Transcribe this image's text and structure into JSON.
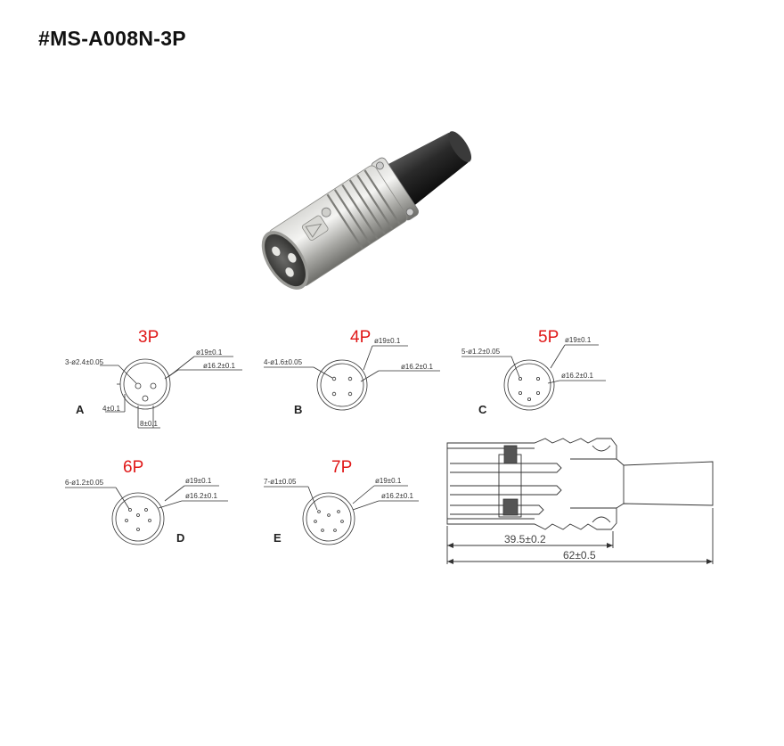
{
  "title": "#MS-A008N-3P",
  "variants": [
    {
      "pins": "3P",
      "letter": "A",
      "hole": "3-ø2.4±0.05",
      "outer": "ø19±0.1",
      "inner": "ø16.2±0.1",
      "extra1": "4±0.1",
      "extra2": "8±0.1"
    },
    {
      "pins": "4P",
      "letter": "B",
      "hole": "4-ø1.6±0.05",
      "outer": "ø19±0.1",
      "inner": "ø16.2±0.1"
    },
    {
      "pins": "5P",
      "letter": "C",
      "hole": "5-ø1.2±0.05",
      "outer": "ø19±0.1",
      "inner": "ø16.2±0.1"
    },
    {
      "pins": "6P",
      "letter": "D",
      "hole": "6-ø1.2±0.05",
      "outer": "ø19±0.1",
      "inner": "ø16.2±0.1"
    },
    {
      "pins": "7P",
      "letter": "E",
      "hole": "7-ø1±0.05",
      "outer": "ø19±0.1",
      "inner": "ø16.2±0.1"
    }
  ],
  "side_view": {
    "length_body": "39.5±0.2",
    "length_total": "62±0.5"
  }
}
